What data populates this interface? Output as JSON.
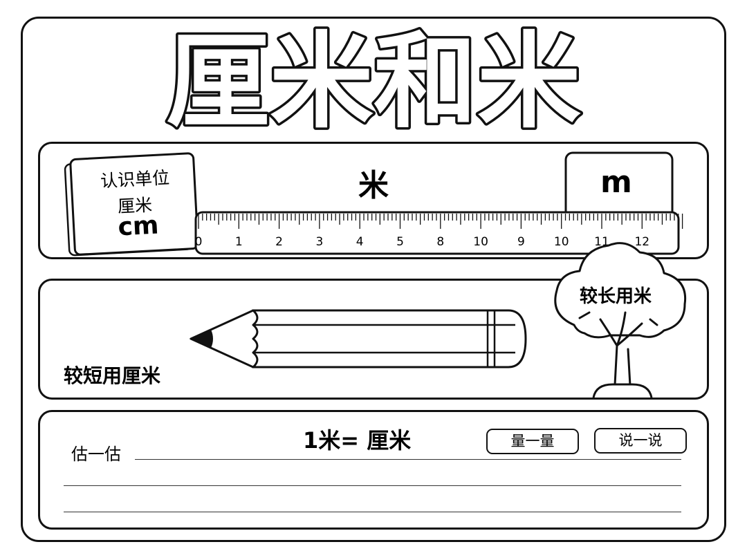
{
  "title": "厘米和米",
  "ruler_section": {
    "card": {
      "line1": "认识单位",
      "line2": "厘米",
      "line3": "cm"
    },
    "center_label": "米",
    "unit_box": "m",
    "ruler_numbers": [
      "0",
      "1",
      "2",
      "3",
      "4",
      "5",
      "8",
      "10",
      "9",
      "10",
      "11",
      "12"
    ]
  },
  "compare_section": {
    "short_label": "较短用厘米",
    "long_label": "较长用米"
  },
  "estimate_section": {
    "equation": "1米= 厘米",
    "estimate_label": "估一估",
    "button_measure": "量一量",
    "button_say": "说一说"
  }
}
